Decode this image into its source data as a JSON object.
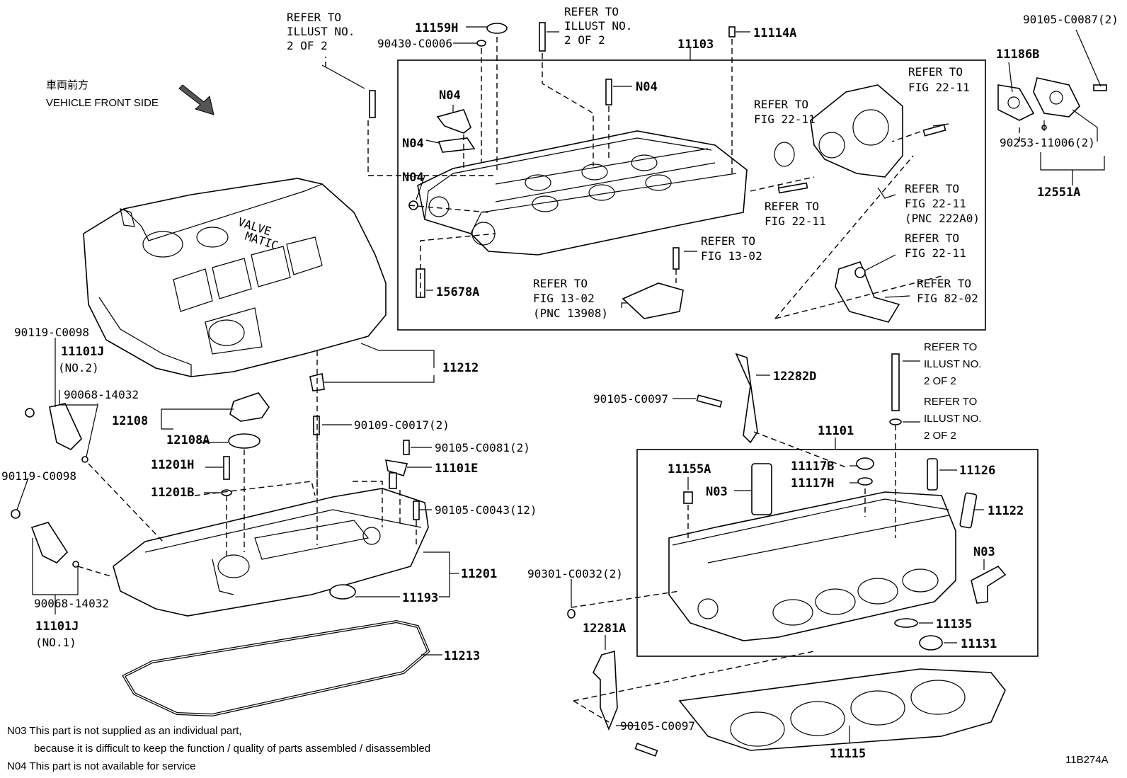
{
  "direction": {
    "cn": "車両前方",
    "en": "VEHICLE FRONT SIDE"
  },
  "labels": {
    "p11159H": "11159H",
    "p90430": "90430-C0006",
    "p11103": "11103",
    "p11114A": "11114A",
    "p90105_87": "90105-C0087(2)",
    "p11186B": "11186B",
    "p90253": "90253-11006(2)",
    "p12551A": "12551A",
    "n04a": "N04",
    "n04b": "N04",
    "n04c": "N04",
    "n04d": "N04",
    "p15678A": "15678A",
    "p90119a": "90119-C0098",
    "p11101J_no2": "11101J",
    "no2": "(NO.2)",
    "p90068a": "90068-14032",
    "p12108": "12108",
    "p12108A": "12108A",
    "p11201H": "11201H",
    "p11201B": "11201B",
    "p90119b": "90119-C0098",
    "p90068b": "90068-14032",
    "p11101J_no1": "11101J",
    "no1": "(NO.1)",
    "p11212": "11212",
    "p90109": "90109-C0017(2)",
    "p90105_81": "90105-C0081(2)",
    "p11101E": "11101E",
    "p90105_43": "90105-C0043(12)",
    "p11201": "11201",
    "p11193": "11193",
    "p11213": "11213",
    "p12282D": "12282D",
    "p90105_97a": "90105-C0097",
    "p11101": "11101",
    "p11155A": "11155A",
    "n03a": "N03",
    "p11117B": "11117B",
    "p11117H": "11117H",
    "p11126": "11126",
    "p11122": "11122",
    "n03b": "N03",
    "p90301": "90301-C0032(2)",
    "p12281A": "12281A",
    "p11135": "11135",
    "p11131": "11131",
    "p90105_97b": "90105-C0097",
    "p11115": "11115",
    "figid": "11B274A"
  },
  "refs": {
    "r1": [
      "REFER TO",
      "ILLUST NO.",
      "2 OF 2"
    ],
    "r2": [
      "REFER TO",
      "ILLUST NO.",
      "2 OF 2"
    ],
    "r3": [
      "REFER TO",
      "FIG 22-11"
    ],
    "r4": [
      "REFER TO",
      "FIG 22-11"
    ],
    "r5": [
      "REFER TO",
      "FIG 22-11",
      "(PNC 222A0)"
    ],
    "r6": [
      "REFER TO",
      "FIG 22-11"
    ],
    "r7": [
      "REFER TO",
      "FIG 13-02"
    ],
    "r8": [
      "REFER TO",
      "FIG 13-02",
      "(PNC 13908)"
    ],
    "r9": [
      "REFER TO",
      "FIG 22-11"
    ],
    "r10": [
      "REFER TO",
      "FIG 82-02"
    ],
    "r11": [
      "REFER TO",
      "ILLUST NO.",
      "2 OF 2"
    ],
    "r12": [
      "REFER TO",
      "ILLUST NO.",
      "2 OF 2"
    ]
  },
  "cover_text": {
    "line1": "VALVE",
    "line2": "MATIC"
  },
  "notes": {
    "n03_line1": "N03 This part is not supplied as an individual part,",
    "n03_line2": "because it is difficult to keep the function / quality of parts assembled / disassembled",
    "n04_line": "N04 This part is not available for service"
  }
}
